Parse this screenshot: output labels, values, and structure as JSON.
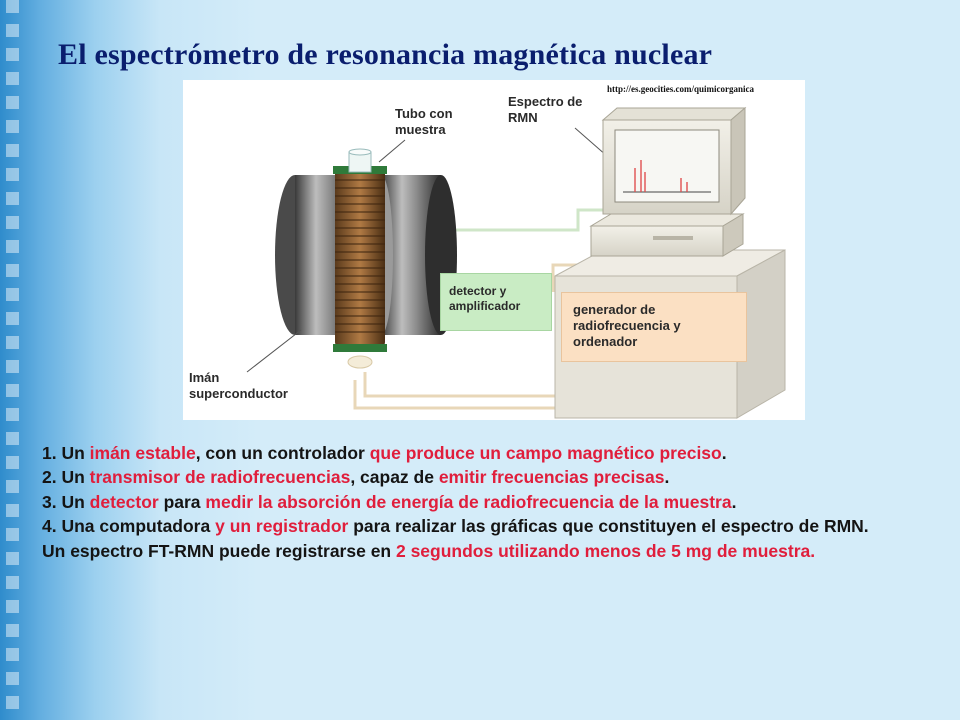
{
  "title": "El espectrómetro de resonancia magnética nuclear",
  "figure": {
    "url": "http://es.geocities.com/quimicorganica",
    "label_tubo": "Tubo con\nmuestra",
    "label_espectro": "Espectro de\nRMN",
    "label_detector": "detector y\namplificador",
    "label_generador": "generador de\nradiofrecuencia y\nordenador",
    "label_iman": "Imán\nsuperconductor"
  },
  "items": [
    {
      "parts": [
        {
          "text": "1. Un ",
          "highlight": false
        },
        {
          "text": "imán estable",
          "highlight": true
        },
        {
          "text": ", con un controlador ",
          "highlight": false
        },
        {
          "text": "que produce un campo magnético preciso",
          "highlight": true
        },
        {
          "text": ".",
          "highlight": false
        }
      ]
    },
    {
      "parts": [
        {
          "text": "2. Un ",
          "highlight": false
        },
        {
          "text": "transmisor de radiofrecuencias",
          "highlight": true
        },
        {
          "text": ", capaz de ",
          "highlight": false
        },
        {
          "text": "emitir frecuencias precisas",
          "highlight": true
        },
        {
          "text": ".",
          "highlight": false
        }
      ]
    },
    {
      "parts": [
        {
          "text": "3. Un ",
          "highlight": false
        },
        {
          "text": "detector",
          "highlight": true
        },
        {
          "text": " para ",
          "highlight": false
        },
        {
          "text": "medir la absorción de energía de radiofrecuencia de la muestra",
          "highlight": true
        },
        {
          "text": ".",
          "highlight": false
        }
      ]
    },
    {
      "parts": [
        {
          "text": "4. Una computadora ",
          "highlight": false
        },
        {
          "text": "y un registrador",
          "highlight": true
        },
        {
          "text": " para realizar las gráficas que constituyen el espectro de RMN.",
          "highlight": false
        }
      ]
    },
    {
      "parts": [
        {
          "text": "Un espectro FT-RMN puede registrarse en ",
          "highlight": false
        },
        {
          "text": "2 segundos utilizando menos de 5 mg de muestra.",
          "highlight": true
        }
      ]
    }
  ],
  "colors": {
    "title": "#0a1e6e",
    "highlight": "#e01e3c",
    "body_text": "#141414",
    "detector_box": "#c9ecc4",
    "generator_box": "#fbe0c3"
  }
}
